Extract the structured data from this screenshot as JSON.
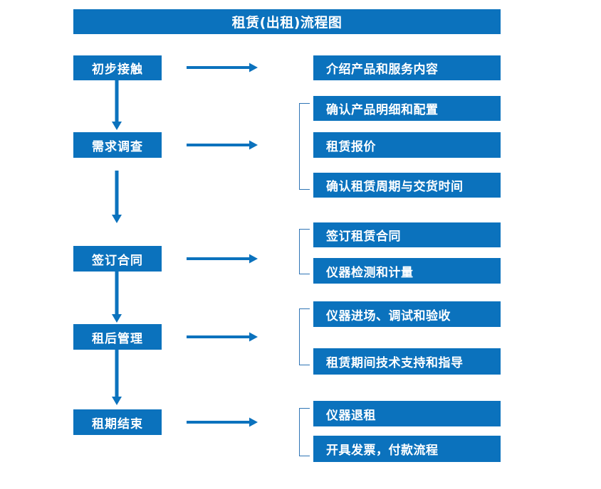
{
  "diagram": {
    "title": "租赁(出租)流程图",
    "colors": {
      "box_fill": "#0b72bd",
      "box_text": "#ffffff",
      "arrow": "#0b72bd",
      "bracket": "#2e74b5",
      "background": "#ffffff"
    },
    "stages": [
      {
        "label": "初步接触",
        "details": [
          "介绍产品和服务内容"
        ],
        "has_bracket": false,
        "connector_down": true,
        "connector_right": true
      },
      {
        "label": "需求调查",
        "details": [
          "确认产品明细和配置",
          "租赁报价",
          "确认租赁周期与交货时间"
        ],
        "has_bracket": true,
        "connector_down": true,
        "connector_right": true
      },
      {
        "label": "签订合同",
        "details": [
          "签订租赁合同",
          "仪器检测和计量"
        ],
        "has_bracket": true,
        "connector_down": true,
        "connector_right": true
      },
      {
        "label": "租后管理",
        "details": [
          "仪器进场、调试和验收",
          "租赁期间技术支持和指导"
        ],
        "has_bracket": true,
        "connector_down": true,
        "connector_right": true
      },
      {
        "label": "租期结束",
        "details": [
          "仪器退租",
          "开具发票，付款流程"
        ],
        "has_bracket": true,
        "connector_down": false,
        "connector_right": true
      }
    ],
    "icons": {
      "arrow_right": "right-arrow-icon",
      "arrow_down": "down-arrow-icon",
      "bracket": "group-bracket-icon"
    }
  }
}
